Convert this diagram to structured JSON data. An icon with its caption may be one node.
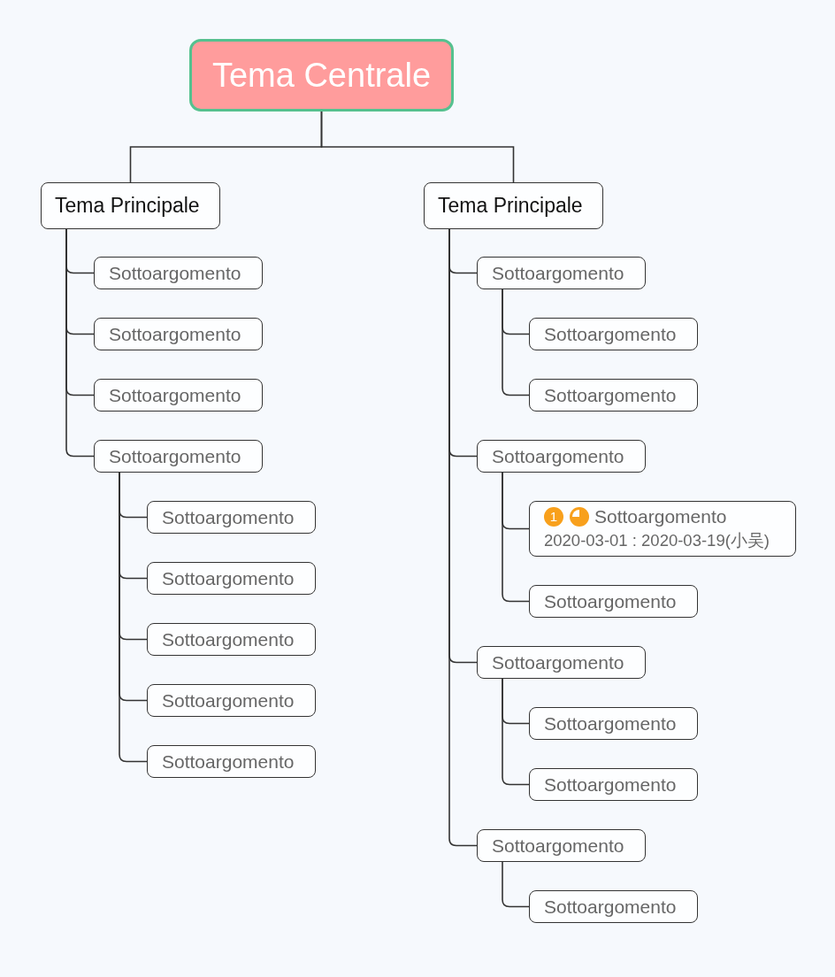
{
  "diagram": {
    "nodes": [
      {
        "text": [
          "Tema Centrale"
        ]
      },
      {
        "text": [
          "Tema Principale"
        ]
      },
      {
        "text": [
          "Tema Principale"
        ]
      },
      {
        "text": [
          "Sottoargomento"
        ]
      },
      {
        "text": [
          "Sottoargomento"
        ]
      },
      {
        "text": [
          "Sottoargomento"
        ]
      },
      {
        "text": [
          "Sottoargomento"
        ]
      },
      {
        "text": [
          "Sottoargomento"
        ]
      },
      {
        "text": [
          "Sottoargomento"
        ]
      },
      {
        "text": [
          "Sottoargomento"
        ]
      },
      {
        "text": [
          "Sottoargomento"
        ]
      },
      {
        "text": [
          "Sottoargomento"
        ]
      },
      {
        "text": [
          "Sottoargomento"
        ]
      },
      {
        "text": [
          "Sottoargomento"
        ]
      },
      {
        "text": [
          "Sottoargomento"
        ]
      },
      {
        "text": [
          "Sottoargomento"
        ]
      },
      {
        "text": [
          "1",
          "Sottoargomento",
          "2020-03-01 : 2020-03-19(小吴)"
        ]
      },
      {
        "text": [
          "Sottoargomento"
        ]
      },
      {
        "text": [
          "Sottoargomento"
        ]
      },
      {
        "text": [
          "Sottoargomento"
        ]
      },
      {
        "text": [
          "Sottoargomento"
        ]
      },
      {
        "text": [
          "Sottoargomento"
        ]
      },
      {
        "text": [
          "Sottoargomento"
        ]
      }
    ],
    "edges": [
      {
        "from": 0,
        "to": 1,
        "arrow": "none"
      },
      {
        "from": 0,
        "to": 2,
        "arrow": "none"
      },
      {
        "from": 1,
        "to": 3,
        "arrow": "none"
      },
      {
        "from": 1,
        "to": 4,
        "arrow": "none"
      },
      {
        "from": 1,
        "to": 5,
        "arrow": "none"
      },
      {
        "from": 1,
        "to": 6,
        "arrow": "none"
      },
      {
        "from": 6,
        "to": 7,
        "arrow": "none"
      },
      {
        "from": 6,
        "to": 8,
        "arrow": "none"
      },
      {
        "from": 6,
        "to": 9,
        "arrow": "none"
      },
      {
        "from": 6,
        "to": 10,
        "arrow": "none"
      },
      {
        "from": 6,
        "to": 11,
        "arrow": "none"
      },
      {
        "from": 2,
        "to": 12,
        "arrow": "none"
      },
      {
        "from": 12,
        "to": 13,
        "arrow": "none"
      },
      {
        "from": 12,
        "to": 14,
        "arrow": "none"
      },
      {
        "from": 2,
        "to": 15,
        "arrow": "none"
      },
      {
        "from": 15,
        "to": 16,
        "arrow": "none"
      },
      {
        "from": 15,
        "to": 17,
        "arrow": "none"
      },
      {
        "from": 2,
        "to": 18,
        "arrow": "none"
      },
      {
        "from": 18,
        "to": 19,
        "arrow": "none"
      },
      {
        "from": 18,
        "to": 20,
        "arrow": "none"
      },
      {
        "from": 2,
        "to": 21,
        "arrow": "none"
      },
      {
        "from": 21,
        "to": 22,
        "arrow": "none"
      }
    ]
  }
}
